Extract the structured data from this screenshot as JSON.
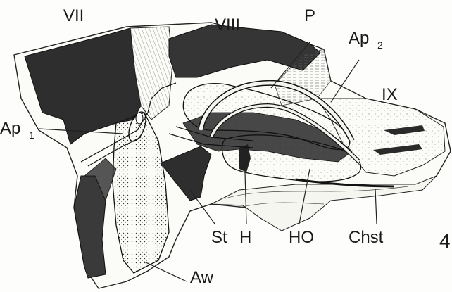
{
  "labels": {
    "vii": "VII",
    "viii": "VIII",
    "p": "P",
    "ap2_base": "Ap",
    "ap2_sub": "2",
    "ix": "IX",
    "ap1_base": "Ap",
    "ap1_sub": "1",
    "st": "St",
    "h": "H",
    "ho": "HO",
    "chst": "Chst",
    "aw": "Aw",
    "figure_number": "4"
  }
}
